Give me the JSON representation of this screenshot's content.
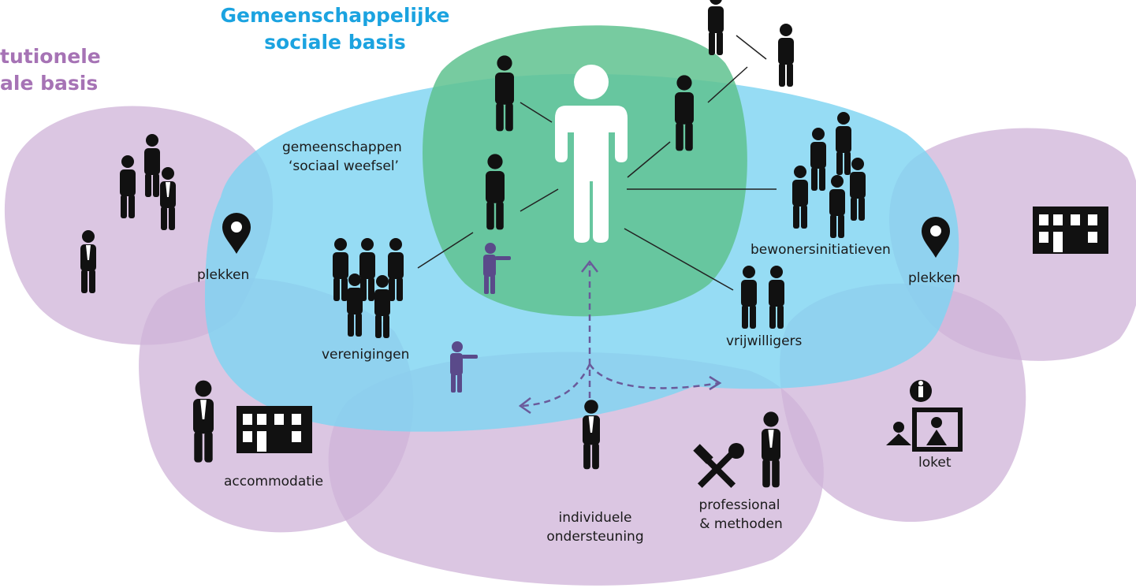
{
  "titles": {
    "community_line1": "Gemeenschappelijke",
    "community_line2": "sociale basis",
    "institutional_line1": "tutionele",
    "institutional_line2": "ale basis"
  },
  "labels": {
    "gemeenschappen_1": "gemeenschappen",
    "gemeenschappen_2": "‘sociaal weefsel’",
    "plekken_left": "plekken",
    "plekken_right": "plekken",
    "verenigingen": "verenigingen",
    "bewonersinitiatieven": "bewonersinitiatieven",
    "vrijwilligers": "vrijwilligers",
    "accommodatie": "accommodatie",
    "individuele_1": "individuele",
    "individuele_2": "ondersteuning",
    "professional_1": "professional",
    "professional_2": "& methoden",
    "loket": "loket"
  },
  "colors": {
    "community_title": "#1ba3e0",
    "institutional_title": "#a673b5",
    "blue_area": "#7fd4f2",
    "green_area": "#5fc28f",
    "purple_area": "#cfb3d8",
    "person": "#111111",
    "professional_figure": "#5a4a8a",
    "arrow": "#6a5a9a"
  },
  "icons": [
    "person-icon",
    "professional-icon",
    "location-pin-icon",
    "building-icon",
    "tools-icon",
    "info-desk-icon"
  ]
}
